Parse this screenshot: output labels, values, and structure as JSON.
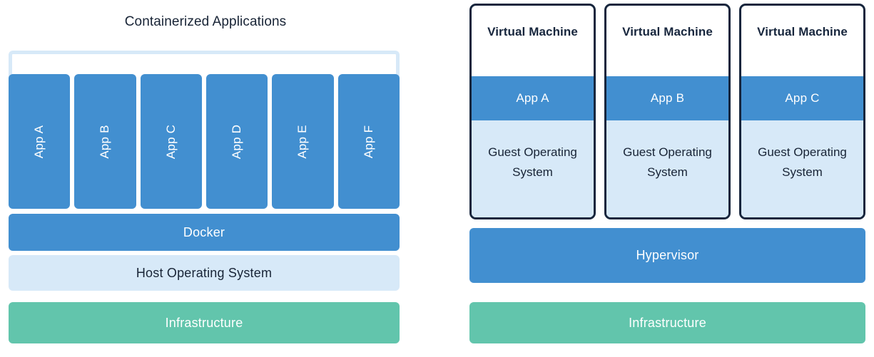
{
  "diagram": {
    "type": "architecture-comparison",
    "colors": {
      "blue": "#428fd0",
      "light_blue": "#d7e9f8",
      "green": "#62c5ac",
      "navy_text": "#17263d",
      "white": "#ffffff"
    }
  },
  "left": {
    "title": "Containerized Applications",
    "apps": [
      {
        "label": "App A"
      },
      {
        "label": "App B"
      },
      {
        "label": "App C"
      },
      {
        "label": "App D"
      },
      {
        "label": "App E"
      },
      {
        "label": "App F"
      }
    ],
    "layers": [
      {
        "label": "Docker",
        "color": "#428fd0"
      },
      {
        "label": "Host Operating System",
        "color": "#d7e9f8"
      },
      {
        "label": "Infrastructure",
        "color": "#62c5ac"
      }
    ]
  },
  "right": {
    "vms": [
      {
        "title": "Virtual Machine",
        "app": "App A",
        "guest_os": "Guest Operating System"
      },
      {
        "title": "Virtual Machine",
        "app": "App B",
        "guest_os": "Guest Operating System"
      },
      {
        "title": "Virtual Machine",
        "app": "App C",
        "guest_os": "Guest Operating System"
      }
    ],
    "layers": [
      {
        "label": "Hypervisor",
        "color": "#428fd0"
      },
      {
        "label": "Infrastructure",
        "color": "#62c5ac"
      }
    ]
  }
}
